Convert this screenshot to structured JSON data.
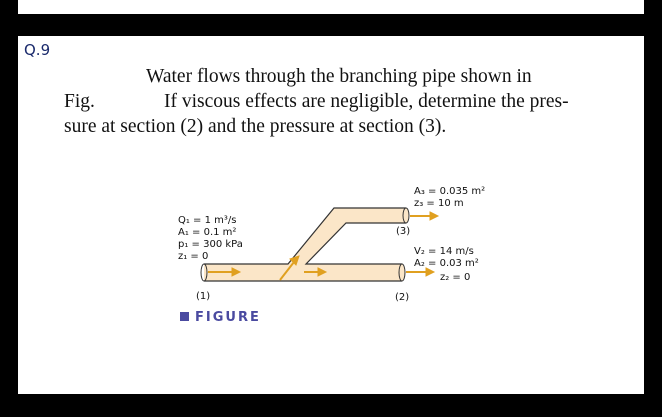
{
  "question": {
    "number": "Q.9"
  },
  "problem": {
    "line1": "Water flows through the branching pipe shown in",
    "line2_fig": "Fig.",
    "line2_rest": "If viscous effects are negligible, determine the pres-",
    "line3": "sure at section (2) and the pressure at section (3)."
  },
  "figure": {
    "caption": "FIGURE",
    "section1": {
      "label": "(1)",
      "Q": "Q₁ = 1 m³/s",
      "A": "A₁ = 0.1 m²",
      "p": "p₁ = 300 kPa",
      "z": "z₁ = 0"
    },
    "section2": {
      "label": "(2)",
      "V": "V₂ = 14 m/s",
      "A": "A₂ = 0.03 m²",
      "z": "z₂ = 0"
    },
    "section3": {
      "label": "(3)",
      "A": "A₃ = 0.035 m²",
      "z": "z₃ = 10 m"
    },
    "colors": {
      "pipe_fill": "#fbe6c8",
      "pipe_stroke": "#333333",
      "arrow": "#e0a020",
      "caption": "#4a4aa0"
    }
  }
}
